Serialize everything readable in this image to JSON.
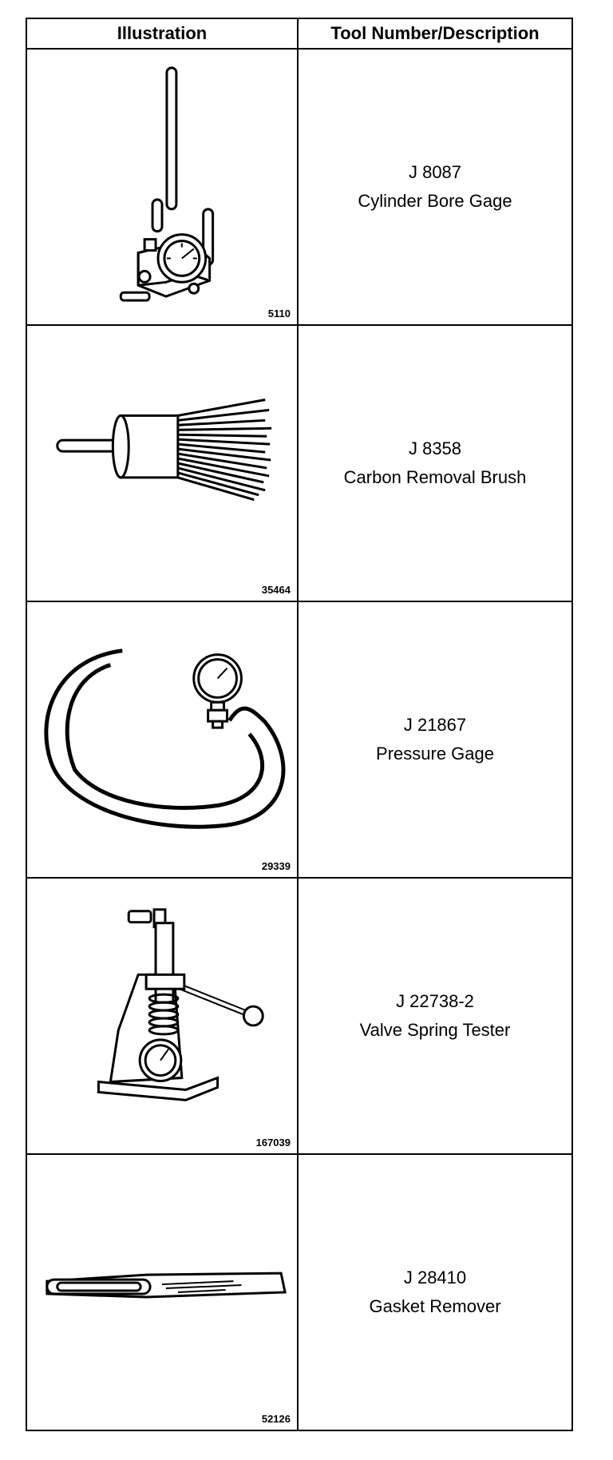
{
  "table": {
    "headers": [
      "Illustration",
      "Tool Number/Description"
    ],
    "rows": [
      {
        "figure": "5110",
        "tool_number": "J 8087",
        "description": "Cylinder Bore Gage",
        "icon": "cylinder-bore-gage-icon"
      },
      {
        "figure": "35464",
        "tool_number": "J 8358",
        "description": "Carbon Removal Brush",
        "icon": "carbon-removal-brush-icon"
      },
      {
        "figure": "29339",
        "tool_number": "J 21867",
        "description": "Pressure Gage",
        "icon": "pressure-gage-icon"
      },
      {
        "figure": "167039",
        "tool_number": "J 22738-2",
        "description": "Valve Spring Tester",
        "icon": "valve-spring-tester-icon"
      },
      {
        "figure": "52126",
        "tool_number": "J 28410",
        "description": "Gasket Remover",
        "icon": "gasket-remover-icon"
      }
    ]
  }
}
